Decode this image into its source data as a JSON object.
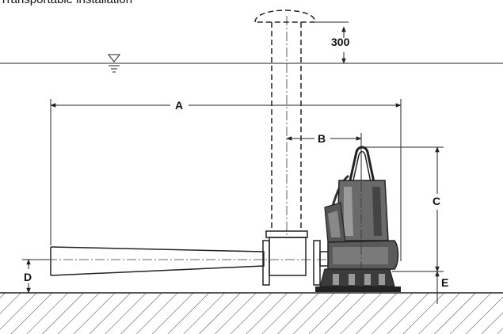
{
  "title": "Transportable installation",
  "dimensions": {
    "distance_300": "300",
    "a": "A",
    "b": "B",
    "c": "C",
    "d": "D",
    "e": "E"
  },
  "colors": {
    "line": "#222222",
    "pump_body": "#555555",
    "background": "#ffffff"
  }
}
